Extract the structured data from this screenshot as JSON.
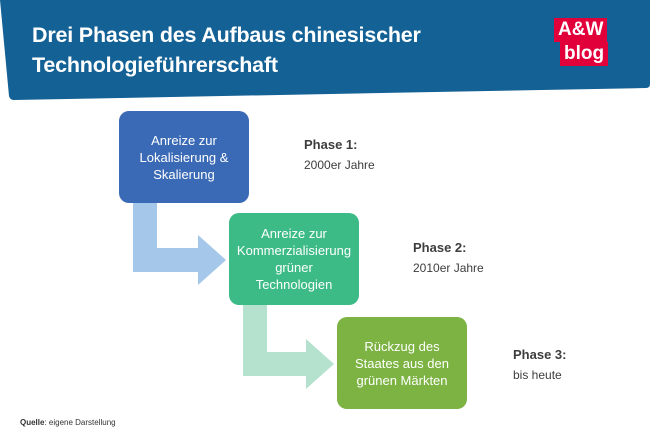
{
  "header": {
    "title": "Drei Phasen des Aufbaus chinesischer Technologieführerschaft",
    "background_color": "#146195"
  },
  "logo": {
    "line1": "A&W",
    "line2": "blog",
    "color": "#e2003a"
  },
  "steps": [
    {
      "text": "Anreize zur\nLokalisierung &\nSkalierung",
      "color": "#3a6ab5"
    },
    {
      "text": "Anreize zur\nKommerzialisierung\ngrüner\nTechnologien",
      "color": "#3dbb86"
    },
    {
      "text": "Rückzug des\nStaates aus den\ngrünen Märkten",
      "color": "#7cb342"
    }
  ],
  "phases": [
    {
      "title": "Phase 1:",
      "period": "2000er Jahre"
    },
    {
      "title": "Phase 2:",
      "period": "2010er Jahre"
    },
    {
      "title": "Phase 3:",
      "period": "bis heute"
    }
  ],
  "arrow_colors": [
    "#a4c7ea",
    "#b5e2cf"
  ],
  "source": {
    "label": "Quelle",
    "text": ": eigene Darstellung"
  }
}
